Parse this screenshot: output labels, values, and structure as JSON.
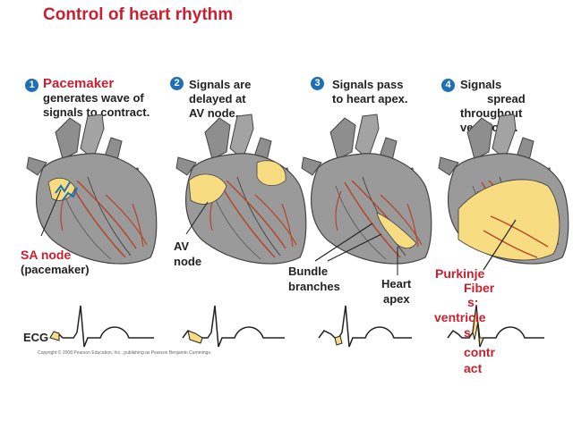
{
  "title": "Control of heart rhythm",
  "steps": [
    {
      "num": "1",
      "heading": "Pacemaker",
      "line1": "generates wave of",
      "line2": "signals to contract."
    },
    {
      "num": "2",
      "line1": "Signals are",
      "line2": "delayed at",
      "line3": "AV node."
    },
    {
      "num": "3",
      "line1": "Signals pass",
      "line2": "to heart apex."
    },
    {
      "num": "4",
      "line1": "Signals",
      "line2": "spread",
      "line3": "throughout",
      "line4": "ventricles."
    }
  ],
  "labels": {
    "sa_node": "SA node",
    "sa_node_sub": "(pacemaker)",
    "av_node_1": "AV",
    "av_node_2": "node",
    "bundle_1": "Bundle",
    "bundle_2": "branches",
    "apex_1": "Heart",
    "apex_2": "apex",
    "purkinje": "Purkinje",
    "fibers_1": "Fiber",
    "fibers_2": "s:",
    "ventricles_1": "ventricle",
    "ventricles_2": "s",
    "contract_1": "contr",
    "contract_2": "act",
    "ecg": "ECG"
  },
  "copyright": "Copyright © 2008 Pearson Education, Inc., publishing as Pearson Benjamin Cummings.",
  "colors": {
    "title": "#c8202f",
    "badge": "#1e6fb3",
    "heart_gray": "#8e8e8e",
    "signal_yellow": "#f7dc82",
    "vessel_red": "#b5452b"
  }
}
